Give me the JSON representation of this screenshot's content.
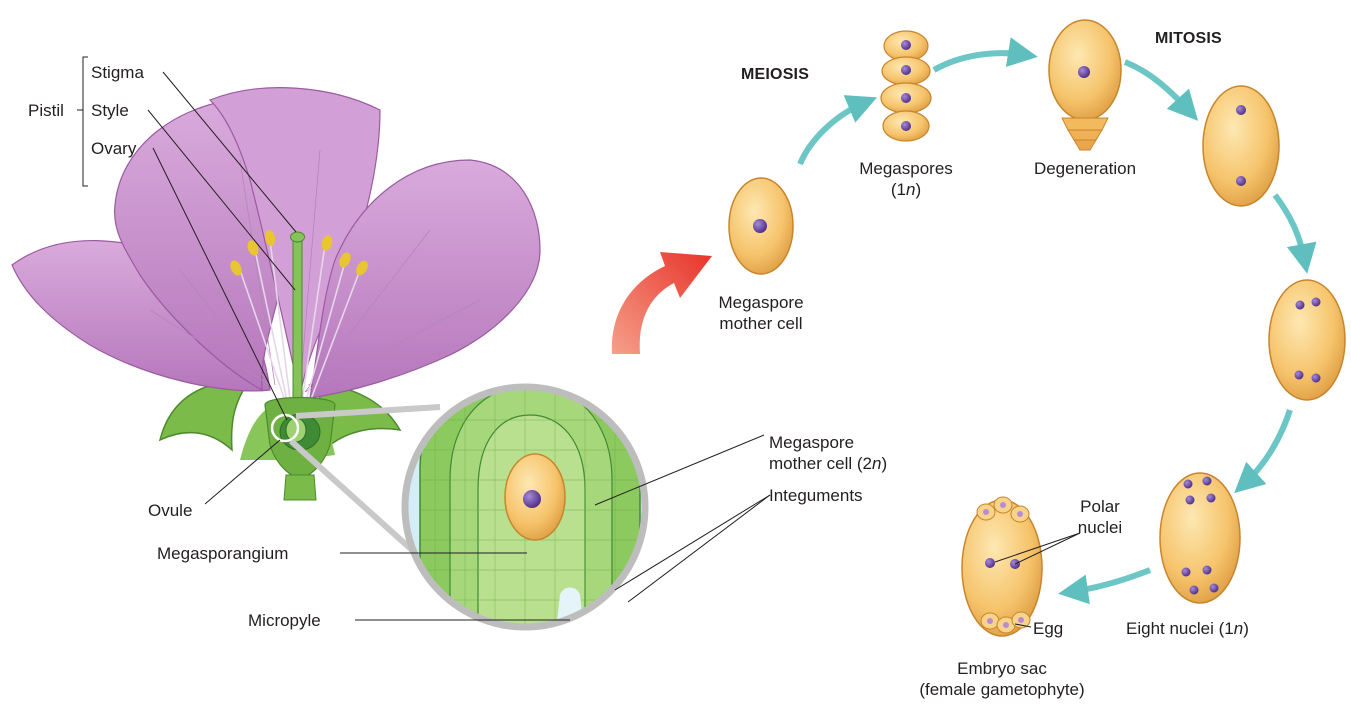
{
  "colors": {
    "petal": "#c98fcf",
    "petal_dark": "#a768ad",
    "stem": "#7bbb4a",
    "cell_fill": "#f6c46c",
    "cell_edge": "#c8852c",
    "nucleus": "#5d3d9a",
    "arrow_teal": "#6cc6c6",
    "arrow_red": "#e8332a",
    "lens_ring": "#bdbdbd",
    "tissue": "#8fca66"
  },
  "flower_labels": {
    "pistil": "Pistil",
    "stigma": "Stigma",
    "style": "Style",
    "ovary": "Ovary",
    "ovule": "Ovule"
  },
  "ovule_labels": {
    "megasporangium": "Megasporangium",
    "micropyle": "Micropyle",
    "mmc_2n_line1": "Megaspore",
    "mmc_2n_line2": "mother cell (2",
    "mmc_2n_n": "n",
    "mmc_2n_close": ")",
    "integuments": "Integuments"
  },
  "cycle_labels": {
    "meiosis": "MEIOSIS",
    "mitosis": "MITOSIS",
    "mmc_line1": "Megaspore",
    "mmc_line2": "mother cell",
    "megaspores_line1": "Megaspores",
    "megaspores_line2_open": "(1",
    "megaspores_n": "n",
    "megaspores_close": ")",
    "degeneration": "Degeneration",
    "eight_nuclei_prefix": "Eight nuclei (1",
    "eight_nuclei_n": "n",
    "eight_nuclei_close": ")",
    "polar_line1": "Polar",
    "polar_line2": "nuclei",
    "egg": "Egg",
    "embryo_sac_line1": "Embryo sac",
    "embryo_sac_line2": "(female gametophyte)"
  },
  "icons": [
    "flower-illustration",
    "ovule-magnifier",
    "cell-icon",
    "nucleus-icon",
    "arrow-icon"
  ]
}
